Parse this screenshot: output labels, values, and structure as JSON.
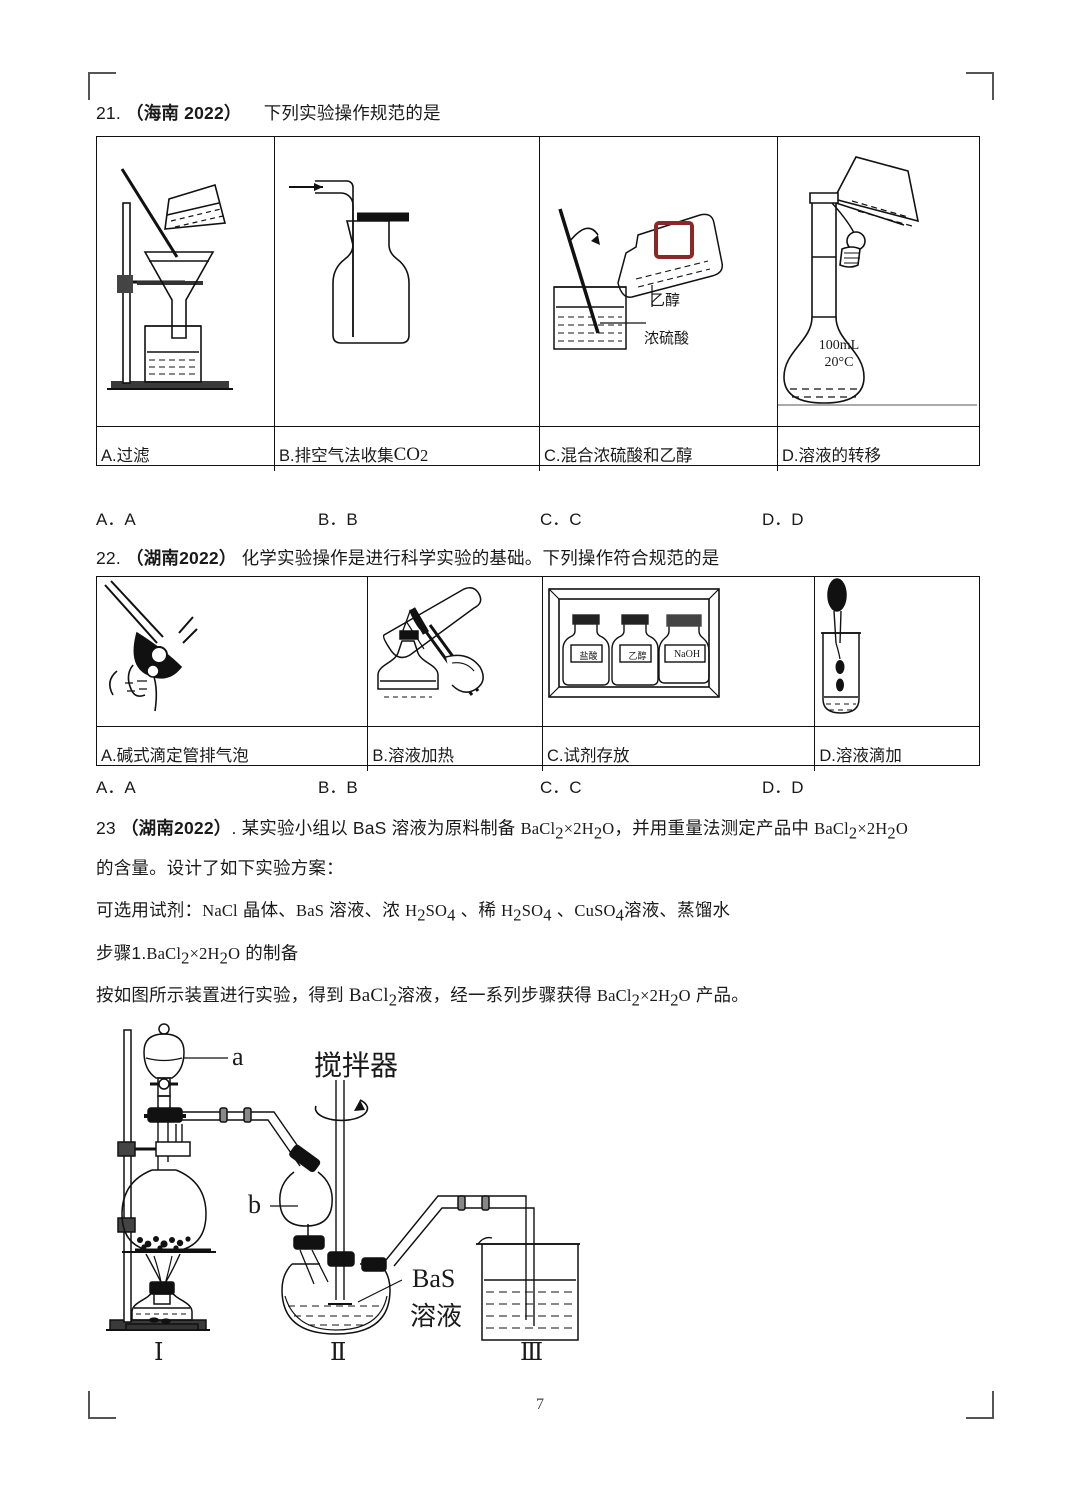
{
  "page": {
    "number": "7"
  },
  "q21": {
    "number": "21.",
    "source": "（海南 2022）",
    "prompt": "下列实验操作规范的是",
    "panels": [
      {
        "letter": "A.",
        "caption": "过滤",
        "caption_sub": ""
      },
      {
        "letter": "B.",
        "caption": "排空气法收集",
        "formula": "CO",
        "formula_sub": "2"
      },
      {
        "letter": "C.",
        "caption": "混合浓硫酸和乙醇",
        "caption_sub": ""
      },
      {
        "letter": "D.",
        "caption": "溶液的转移",
        "caption_sub": ""
      }
    ],
    "figure_labels": {
      "co2": "CO",
      "co2_sub": "2",
      "ethanol": "乙醇",
      "sulfuric": "浓硫酸",
      "flask_volume": "100mL",
      "flask_temp": "20°C"
    },
    "options": [
      "A．A",
      "B．B",
      "C．C",
      "D．D"
    ]
  },
  "q22": {
    "number": "22.",
    "source": "（湖南2022）",
    "prompt": "化学实验操作是进行科学实验的基础。下列操作符合规范的是",
    "panels": [
      {
        "letter": "A.",
        "caption": "碱式滴定管排气泡"
      },
      {
        "letter": "B.",
        "caption": "溶液加热"
      },
      {
        "letter": "C.",
        "caption": "试剂存放"
      },
      {
        "letter": "D.",
        "caption": "溶液滴加"
      }
    ],
    "bottle_labels": [
      "盐酸",
      "乙醇",
      "NaOH"
    ],
    "options": [
      "A．A",
      "B．B",
      "C．C",
      "D．D"
    ]
  },
  "q23": {
    "number": "23",
    "source": "（湖南2022）",
    "after_source": ".",
    "line1_a": "某实验小组以 BaS 溶液为原料制备 ",
    "line1_f1": "BaCl",
    "line1_f1_sub": "2",
    "line1_f1_mid": "×2H",
    "line1_f1_sub2": "2",
    "line1_f1_end": "O",
    "line1_b": "，并用重量法测定产品中 ",
    "line2": "的含量。设计了如下实验方案：",
    "reagents_label": "可选用试剂：",
    "reagents": "NaCl 晶体、BaS 溶液、浓 H2SO4 、稀 H2SO4 、CuSO4 溶液、蒸馏水",
    "step_label": "步骤1.",
    "step_formula": "BaCl2 ×2H2O",
    "step_tail": "的制备",
    "para_a": "按如图所示装置进行实验，得到 ",
    "para_f": "BaCl",
    "para_f_sub": "2",
    "para_b": "溶液，经一系列步骤获得 ",
    "para_f2": "BaCl2 ×2H2O",
    "para_c": "产品。",
    "diagram": {
      "label_a": "a",
      "label_b": "b",
      "stirrer": "搅拌器",
      "bas_line1": "BaS",
      "bas_line2": "溶液",
      "numeral_1": "Ⅰ",
      "numeral_2": "Ⅱ",
      "numeral_3": "Ⅲ"
    }
  },
  "colors": {
    "ink": "#111111",
    "label_red": "#8b2726",
    "paper": "#ffffff"
  }
}
